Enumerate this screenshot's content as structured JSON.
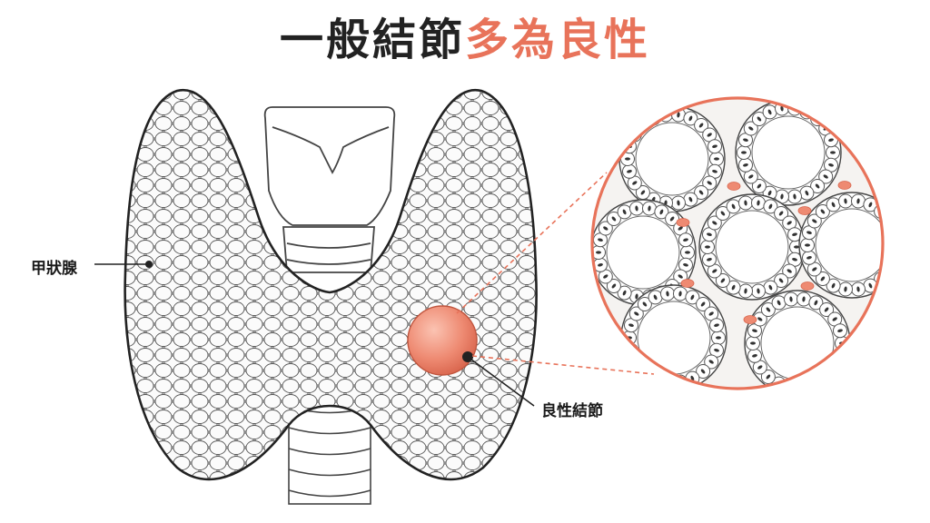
{
  "title": {
    "part1": "一般結節",
    "part2": "多為良性"
  },
  "labels": {
    "thyroid": "甲狀腺",
    "nodule": "良性結節"
  },
  "colors": {
    "accent": "#E8735A",
    "ink": "#222222",
    "cell_fill": "#ffffff",
    "nucleus": "#333333"
  }
}
